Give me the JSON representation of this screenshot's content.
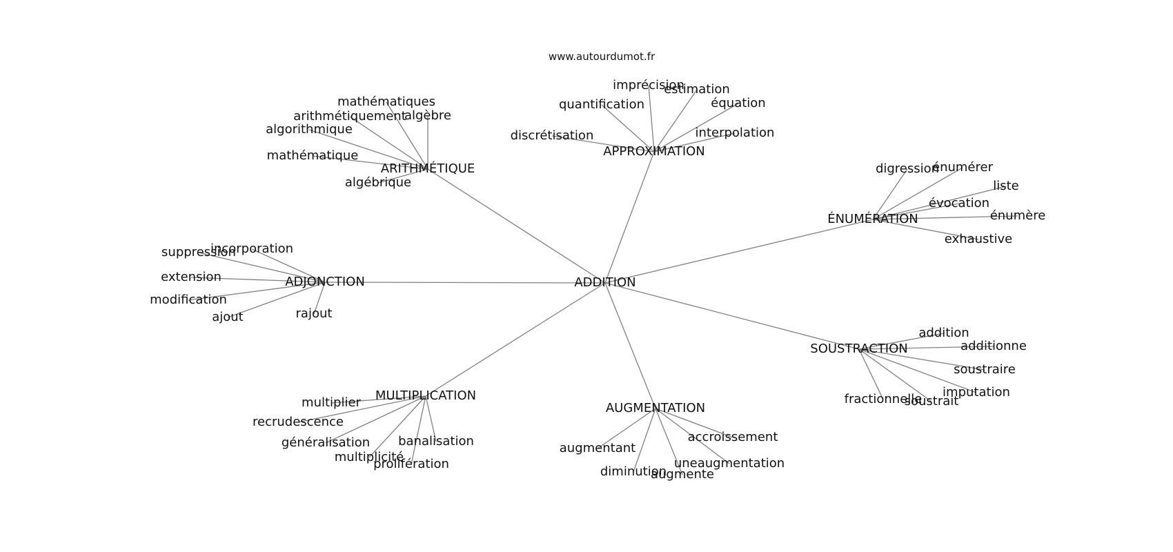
{
  "source": "www.autourdumot.fr",
  "center": "ADDITION",
  "groups": [
    {
      "id": "arithmetique",
      "label": "ARITHMÉTIQUE",
      "leaves": [
        "mathématiques",
        "arithmétiquement",
        "algèbre",
        "algorithmique",
        "mathématique",
        "algébrique"
      ]
    },
    {
      "id": "approximation",
      "label": "APPROXIMATION",
      "leaves": [
        "imprécision",
        "estimation",
        "quantification",
        "équation",
        "discrétisation",
        "interpolation"
      ]
    },
    {
      "id": "enumeration",
      "label": "ÉNUMÉRATION",
      "leaves": [
        "digression",
        "énumérer",
        "liste",
        "évocation",
        "énumère",
        "exhaustive"
      ]
    },
    {
      "id": "adjonction",
      "label": "ADJONCTION",
      "leaves": [
        "incorporation",
        "suppression",
        "extension",
        "modification",
        "ajout",
        "rajout"
      ]
    },
    {
      "id": "soustraction",
      "label": "SOUSTRACTION",
      "leaves": [
        "addition",
        "additionne",
        "soustraire",
        "imputation",
        "soustrait",
        "fractionnelle"
      ]
    },
    {
      "id": "multiplication",
      "label": "MULTIPLICATION",
      "leaves": [
        "multiplier",
        "recrudescence",
        "généralisation",
        "banalisation",
        "multiplicité",
        "prolifération"
      ]
    },
    {
      "id": "augmentation",
      "label": "AUGMENTATION",
      "leaves": [
        "augmentant",
        "accroissement",
        "uneaugmentation",
        "diminution",
        "augmente"
      ]
    }
  ]
}
